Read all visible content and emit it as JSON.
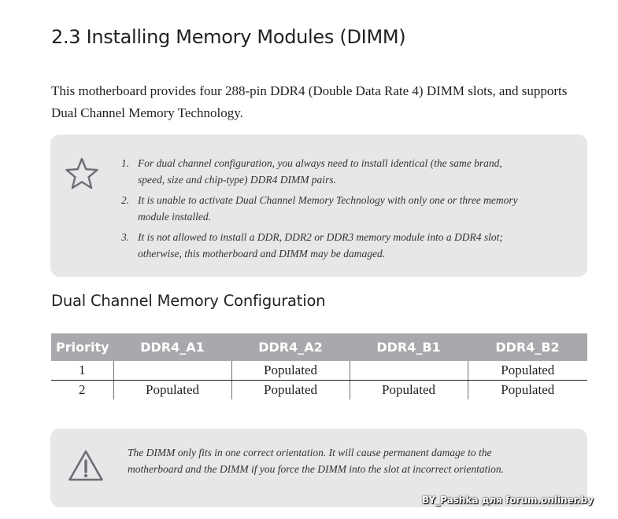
{
  "section": {
    "title": "2.3  Installing Memory Modules (DIMM)",
    "intro": "This motherboard provides four 288-pin DDR4 (Double Data Rate 4) DIMM slots, and supports Dual Channel Memory Technology."
  },
  "note_top": {
    "icon": "star-icon",
    "items": [
      {
        "num": "1.",
        "text": "For dual channel configuration, you always need to install identical (the same brand, speed, size and chip-type) DDR4 DIMM pairs."
      },
      {
        "num": "2.",
        "text": "It is unable to activate Dual Channel Memory Technology with only one or three memory module installed."
      },
      {
        "num": "3.",
        "text": "It is not allowed to install a DDR, DDR2 or DDR3 memory module into a DDR4 slot; otherwise, this motherboard and DIMM may be damaged."
      }
    ]
  },
  "config": {
    "title": "Dual Channel Memory Configuration",
    "headers": [
      "Priority",
      "DDR4_A1",
      "DDR4_A2",
      "DDR4_B1",
      "DDR4_B2"
    ],
    "rows": [
      [
        "1",
        "",
        "Populated",
        "",
        "Populated"
      ],
      [
        "2",
        "Populated",
        "Populated",
        "Populated",
        "Populated"
      ]
    ]
  },
  "note_bottom": {
    "icon": "warning-icon",
    "text": "The DIMM only fits in one correct orientation. It will cause permanent damage to the motherboard and the DIMM if you force the DIMM into the slot at incorrect orientation."
  },
  "watermark": "BY_Pashka для forum.onliner.by"
}
